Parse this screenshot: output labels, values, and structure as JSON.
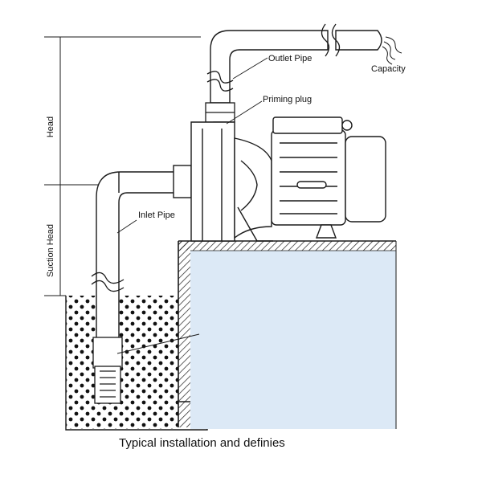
{
  "labels": {
    "head": "Head",
    "suction_head": "Suction Head",
    "outlet_pipe": "Outlet Pipe",
    "priming_plug": "Priming plug",
    "inlet_pipe": "Inlet Pipe",
    "capacity": "Capacity"
  },
  "caption": "Typical installation and definies",
  "colors": {
    "water": "#dce9f6",
    "line": "#1a1a1a",
    "sump_dots": "#111111",
    "background": "#ffffff"
  }
}
